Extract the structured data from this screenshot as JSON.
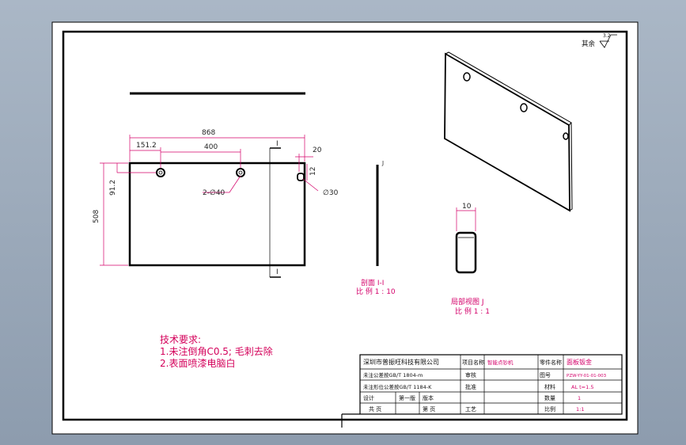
{
  "surface_finish": {
    "label": "其余",
    "value": "3.2"
  },
  "front_view": {
    "overall_width": "868",
    "hole_offset_1": "151.2",
    "hole_spacing": "400",
    "edge_offset": "20",
    "height": "508",
    "hole_height": "91.2",
    "small_hole_dim": "12",
    "hole_callout": "2-∅40",
    "slot_callout": "∅30",
    "section_mark_top": "I",
    "section_mark_bottom": "I"
  },
  "section_view": {
    "mark": "J",
    "title": "剖面 I-I",
    "scale": "比 例 1 : 10"
  },
  "detail_view": {
    "dim": "10",
    "title": "局部视图 J",
    "scale": "比 例 1 : 1"
  },
  "tech_requirements": {
    "heading": "技术要求:",
    "line1": "1.未注倒角C0.5; 毛刺去除",
    "line2": "2.表面喷漆电脑白"
  },
  "title_block": {
    "company": "深圳市普振旺科技有限公司",
    "std1": "未注公差按GB/T 1804-m",
    "std2": "未注形位公差按GB/T 1184-K",
    "project_label": "项目名称",
    "project_value": "智能点钞机",
    "part_name_label": "零件名称",
    "part_name_value": "面板钣金",
    "code_label": "图号",
    "code_value": "PZW-YY-01-01-003",
    "material_label": "材料",
    "material_value": "AL  t=1.5",
    "qty_label": "数量",
    "qty_value": "1",
    "scale_label": "比例",
    "scale_value": "1:1",
    "designer_label": "设计",
    "checker_label": "审核",
    "approver_label": "批准",
    "process_label": "工艺",
    "total_pages": "共   页",
    "page_no": "第   页",
    "version_label": "版本",
    "version_value": "第一版"
  }
}
